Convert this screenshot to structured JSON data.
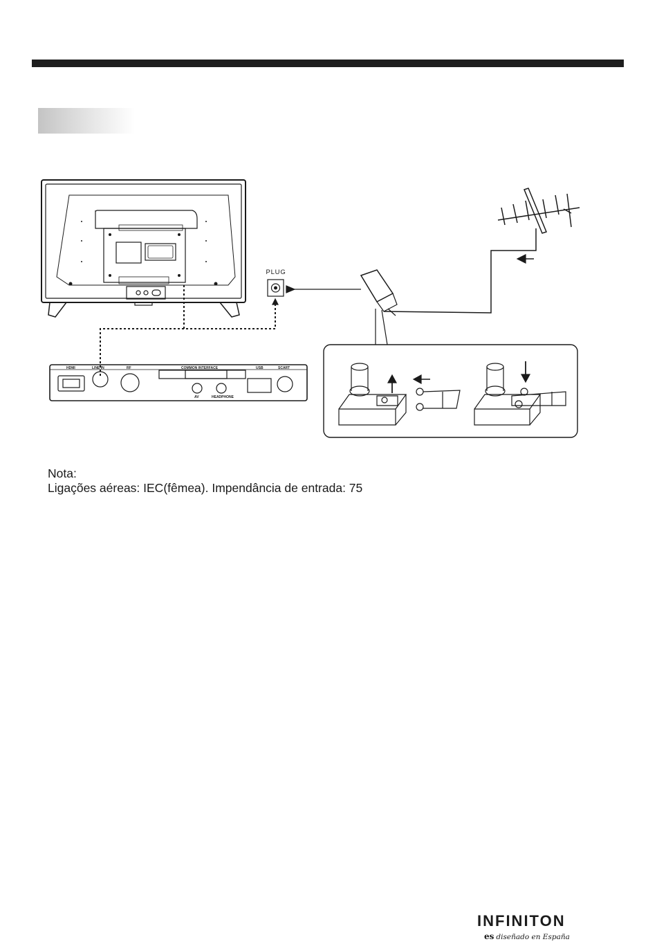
{
  "diagram": {
    "plug_label": "PLUG",
    "panel_labels": [
      "HDMI",
      "LINE IN",
      "RF",
      "COMMON INTERFACE",
      "USB",
      "SCART"
    ],
    "av_label": "AV",
    "headphone_label": "HEADPHONE"
  },
  "note": {
    "heading": "Nota:",
    "text": "Ligações aéreas: IEC(fêmea). Impendância de entrada: 75"
  },
  "brand": {
    "name": "INFINITON",
    "es_mark": "es",
    "tagline": "diseñado en España"
  }
}
